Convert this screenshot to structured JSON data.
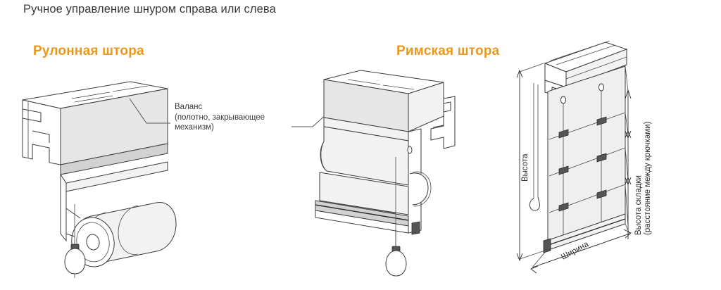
{
  "page": {
    "title": "Ручное управление шнуром справа или слева",
    "background_color": "#ffffff",
    "accent_color": "#e8981e",
    "text_color": "#3a3a3a",
    "line_color": "#3b3b3b"
  },
  "headings": {
    "roller": "Рулонная штора",
    "roman": "Римская штора"
  },
  "callout": {
    "text": "Валанс\n(полотно, закрывающее\nмеханизм)",
    "line1": "Валанс",
    "line2": "(полотно, закрывающее",
    "line3": "механизм)"
  },
  "dimensions": {
    "height": "Высота",
    "width": "Ширина",
    "fold_height_line1": "Высота складки",
    "fold_height_line2": "(расстояние между крючками)"
  },
  "figures": {
    "roller_blind": {
      "name": "Рулонная штора",
      "parts": [
        "валанс",
        "вал",
        "шнур",
        "ручка-груша"
      ]
    },
    "roman_blind_detail": {
      "name": "Римская штора",
      "parts": [
        "валанс",
        "полотно",
        "нижняя планка",
        "шнур",
        "ручка-груша"
      ]
    },
    "roman_blind_full": {
      "name": "Римская штора с размерами",
      "parts": [
        "карниз",
        "полотно",
        "крючки",
        "шнуры",
        "нижняя планка"
      ]
    }
  }
}
